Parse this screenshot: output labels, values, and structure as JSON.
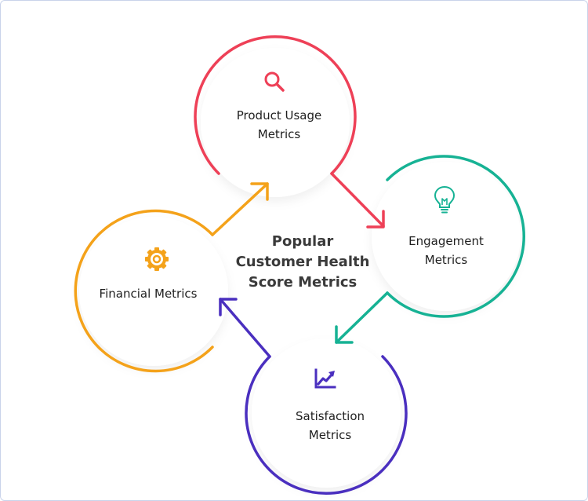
{
  "center_title": [
    "Popular",
    "Customer Health",
    "Score Metrics"
  ],
  "nodes": [
    {
      "id": "product-usage",
      "label": [
        "Product Usage",
        "Metrics"
      ],
      "color": "#ee4057",
      "icon": "search-icon"
    },
    {
      "id": "engagement",
      "label": [
        "Engagement",
        "Metrics"
      ],
      "color": "#16b294",
      "icon": "lightbulb-icon"
    },
    {
      "id": "satisfaction",
      "label": [
        "Satisfaction",
        "Metrics"
      ],
      "color": "#4a2fbf",
      "icon": "trend-chart-icon"
    },
    {
      "id": "financial",
      "label": [
        "Financial Metrics"
      ],
      "color": "#f4a21a",
      "icon": "gear-icon"
    }
  ]
}
